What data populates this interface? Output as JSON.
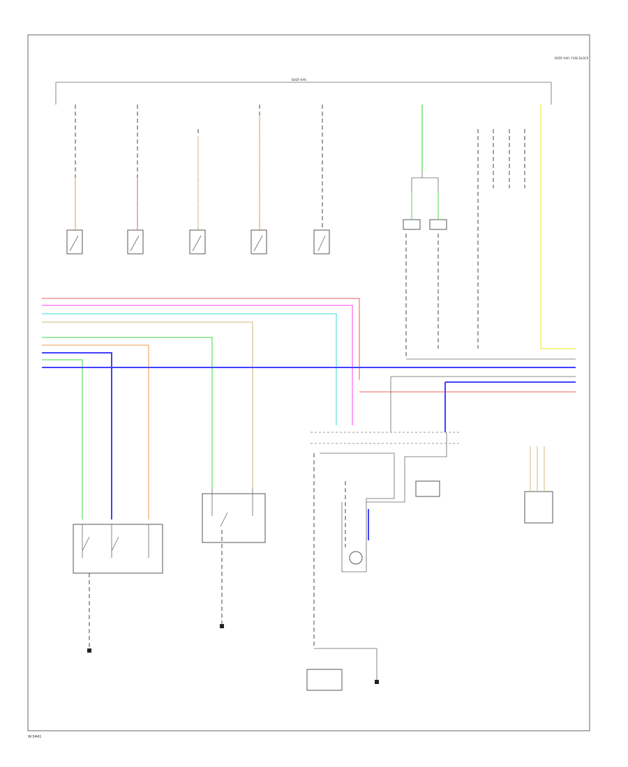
{
  "colors": {
    "red": "#f08080",
    "magenta": "#ff66ff",
    "cyan": "#66e0e0",
    "tan": "#d9c49a",
    "green": "#66e066",
    "orange": "#f0b070",
    "blue": "#4040ff",
    "yellow": "#f0f060",
    "dark": "#555555"
  },
  "labels": {
    "harness_top": "BODY HAR.",
    "right_note": "BODY HAR. FUSE BLOCK"
  },
  "footer": "W-5441"
}
